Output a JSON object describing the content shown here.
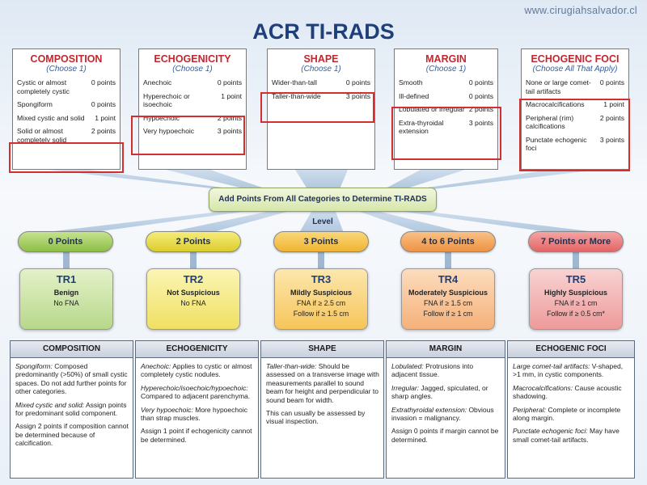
{
  "site_url": "www.cirugiahsalvador.cl",
  "title": "ACR TI-RADS",
  "categories": [
    {
      "title": "COMPOSITION",
      "subtitle": "(Choose 1)",
      "items": [
        {
          "label": "Cystic or almost completely cystic",
          "points": "0 points"
        },
        {
          "label": "Spongiform",
          "points": "0 points"
        },
        {
          "label": "Mixed cystic and solid",
          "points": "1 point"
        },
        {
          "label": "Solid or almost completely solid",
          "points": "2 points"
        }
      ]
    },
    {
      "title": "ECHOGENICITY",
      "subtitle": "(Choose 1)",
      "items": [
        {
          "label": "Anechoic",
          "points": "0 points"
        },
        {
          "label": "Hyperechoic or isoechoic",
          "points": "1 point"
        },
        {
          "label": "Hypoechoic",
          "points": "2 points"
        },
        {
          "label": "Very hypoechoic",
          "points": "3 points"
        }
      ]
    },
    {
      "title": "SHAPE",
      "subtitle": "(Choose 1)",
      "items": [
        {
          "label": "Wider-than-tall",
          "points": "0 points"
        },
        {
          "label": "Taller-than-wide",
          "points": "3 points"
        }
      ]
    },
    {
      "title": "MARGIN",
      "subtitle": "(Choose 1)",
      "items": [
        {
          "label": "Smooth",
          "points": "0 points"
        },
        {
          "label": "Ill-defined",
          "points": "0 points"
        },
        {
          "label": "Lobulated or irregular",
          "points": "2 points"
        },
        {
          "label": "Extra-thyroidal extension",
          "points": "3 points"
        }
      ]
    },
    {
      "title": "ECHOGENIC FOCI",
      "subtitle": "(Choose All That Apply)",
      "items": [
        {
          "label": "None or large comet-tail artifacts",
          "points": "0 points"
        },
        {
          "label": "Macrocalcifications",
          "points": "1 point"
        },
        {
          "label": "Peripheral (rim) calcifications",
          "points": "2 points"
        },
        {
          "label": "Punctate echogenic foci",
          "points": "3 points"
        }
      ]
    }
  ],
  "banner": "Add Points From All Categories to Determine TI-RADS Level",
  "levels": [
    {
      "points": "0 Points",
      "code": "TR1",
      "name": "Benign",
      "lines": [
        "No FNA"
      ],
      "colors": {
        "pill": "#c6e28f",
        "pill_dark": "#8dbe46",
        "box": "#e4f1c9",
        "box_dark": "#b7d88a"
      }
    },
    {
      "points": "2 Points",
      "code": "TR2",
      "name": "Not Suspicious",
      "lines": [
        "No FNA"
      ],
      "colors": {
        "pill": "#f5ec7c",
        "pill_dark": "#dccd2c",
        "box": "#fbf5b4",
        "box_dark": "#efe063"
      }
    },
    {
      "points": "3 Points",
      "code": "TR3",
      "name": "Mildly Suspicious",
      "lines": [
        "FNA if ≥ 2.5 cm",
        "Follow if ≥ 1.5 cm"
      ],
      "colors": {
        "pill": "#f9d77a",
        "pill_dark": "#f0b431",
        "box": "#fce7ad",
        "box_dark": "#f6c55a"
      }
    },
    {
      "points": "4 to 6 Points",
      "code": "TR4",
      "name": "Moderately Suspicious",
      "lines": [
        "FNA if ≥ 1.5 cm",
        "Follow if ≥ 1 cm"
      ],
      "colors": {
        "pill": "#f9c187",
        "pill_dark": "#ee9342",
        "box": "#fcdcbd",
        "box_dark": "#f5b17a"
      }
    },
    {
      "points": "7 Points or More",
      "code": "TR5",
      "name": "Highly Suspicious",
      "lines": [
        "FNA if ≥ 1 cm",
        "Follow if ≥ 0.5 cm*"
      ],
      "colors": {
        "pill": "#f4a4a4",
        "pill_dark": "#e36565",
        "box": "#f9d2d2",
        "box_dark": "#ee9a9a"
      }
    }
  ],
  "descriptions": [
    {
      "title": "COMPOSITION",
      "paragraphs": [
        {
          "term": "Spongiform:",
          "text": " Composed predominantly (>50%) of small cystic spaces. Do not add further points for other categories."
        },
        {
          "term": "Mixed cystic and solid:",
          "text": " Assign points for predominant solid component."
        },
        {
          "term": "",
          "text": "Assign 2 points if composition cannot be determined because of calcification."
        }
      ]
    },
    {
      "title": "ECHOGENICITY",
      "paragraphs": [
        {
          "term": "Anechoic:",
          "text": " Applies to cystic or almost completely cystic nodules."
        },
        {
          "term": "Hyperechoic/isoechoic/hypoechoic:",
          "text": " Compared to adjacent parenchyma."
        },
        {
          "term": "Very hypoechoic:",
          "text": " More hypoechoic than strap muscles."
        },
        {
          "term": "",
          "text": "Assign 1 point if echogenicity cannot be determined."
        }
      ]
    },
    {
      "title": "SHAPE",
      "paragraphs": [
        {
          "term": "Taller-than-wide:",
          "text": " Should be assessed on a transverse image with measurements parallel to sound beam for height and perpendicular to sound beam for width."
        },
        {
          "term": "",
          "text": "This can usually be assessed by visual inspection."
        }
      ]
    },
    {
      "title": "MARGIN",
      "paragraphs": [
        {
          "term": "Lobulated:",
          "text": " Protrusions into adjacent tissue."
        },
        {
          "term": "Irregular:",
          "text": " Jagged, spiculated, or sharp angles."
        },
        {
          "term": "Extrathyroidal extension:",
          "text": " Obvious invasion = malignancy."
        },
        {
          "term": "",
          "text": "Assign 0 points if margin cannot be determined."
        }
      ]
    },
    {
      "title": "ECHOGENIC FOCI",
      "paragraphs": [
        {
          "term": "Large comet-tail artifacts:",
          "text": " V-shaped, >1 mm, in cystic components."
        },
        {
          "term": "Macrocalcifications:",
          "text": " Cause acoustic shadowing."
        },
        {
          "term": "Peripheral:",
          "text": " Complete or incomplete along margin."
        },
        {
          "term": "Punctate echogenic foci:",
          "text": " May have small comet-tail artifacts."
        }
      ]
    }
  ]
}
